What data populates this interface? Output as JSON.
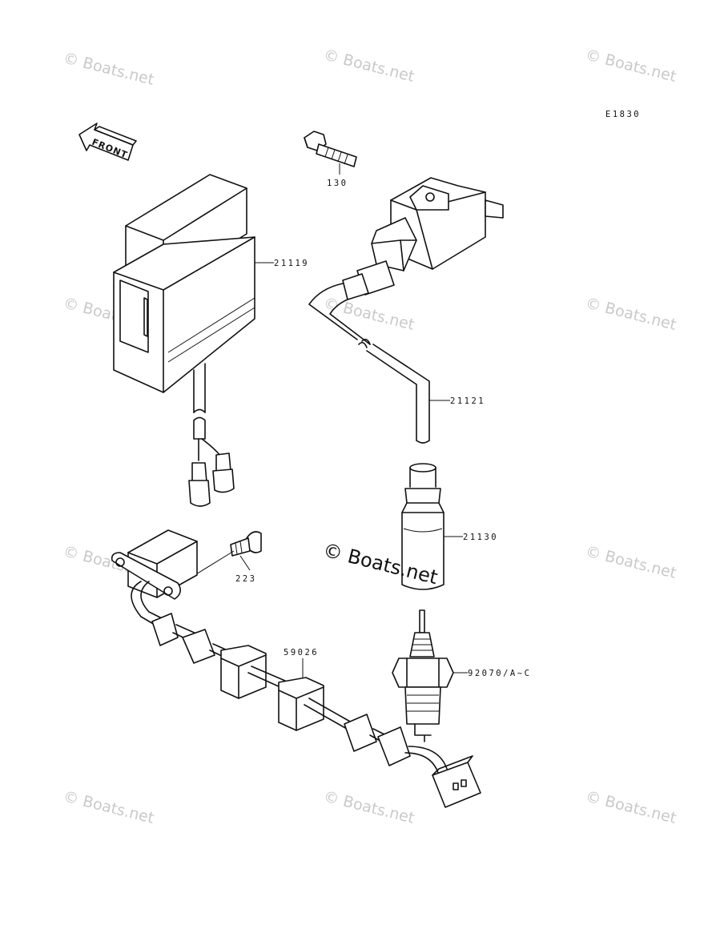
{
  "diagram": {
    "code": "E1830",
    "front_label": "FRONT"
  },
  "parts": [
    {
      "id": "bolt",
      "number": "130"
    },
    {
      "id": "igniter",
      "number": "21119"
    },
    {
      "id": "ignition-coil",
      "number": "21121"
    },
    {
      "id": "plug-cap",
      "number": "21130"
    },
    {
      "id": "spark-plug",
      "number": "92070/A~C"
    },
    {
      "id": "screw",
      "number": "223"
    },
    {
      "id": "pickup-harness",
      "number": "59026"
    }
  ],
  "watermarks": {
    "small_text": "© Boats.net",
    "center_text": "© Boats.net"
  }
}
